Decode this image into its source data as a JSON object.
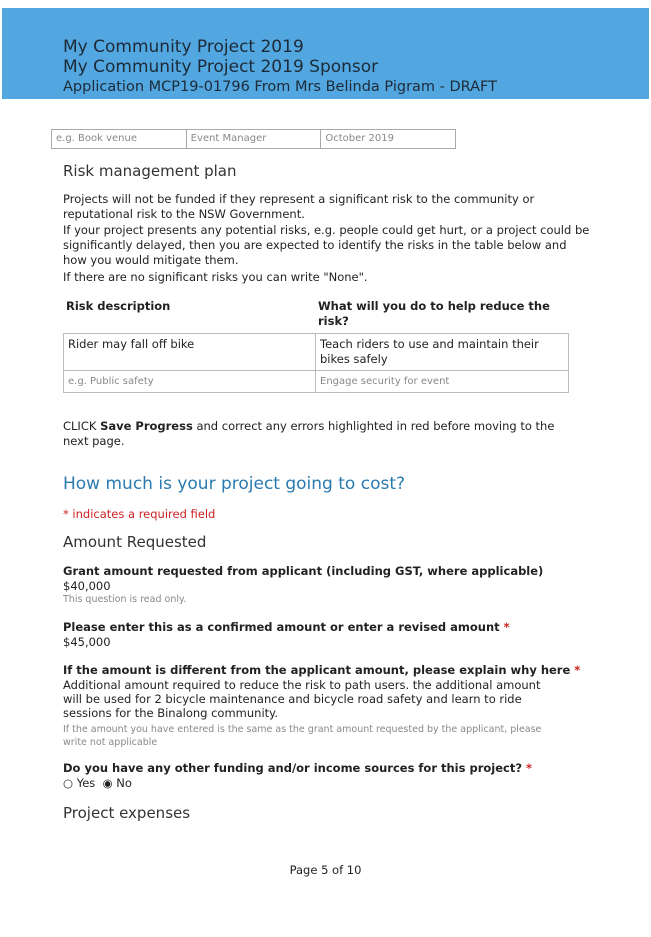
{
  "header": {
    "line1": "My Community Project 2019",
    "line2": "My Community Project 2019 Sponsor",
    "line3": "Application MCP19-01796 From Mrs Belinda Pigram -  DRAFT"
  },
  "top_row": [
    "e.g. Book venue",
    "Event Manager",
    "October 2019"
  ],
  "risk": {
    "title": "Risk management plan",
    "p1": "Projects will not be funded if they represent a significant risk to the community or reputational risk to the NSW Government.",
    "p2": "If your project presents any potential risks, e.g. people could get hurt, or a project could be significantly delayed, then you are expected to identify the risks in the table below and how you would mitigate them.",
    "p3": "If there are no significant risks you can write \"None\".",
    "col1": "Risk description",
    "col2": "What will you do to help reduce the risk?",
    "rows": [
      [
        "Rider may fall off bike",
        "Teach riders to use and maintain their bikes safely"
      ],
      [
        "e.g. Public safety",
        "Engage security for event"
      ]
    ]
  },
  "click": {
    "pre": "CLICK ",
    "bold": "Save Progress",
    "post": " and correct any errors highlighted in red before moving to the next page."
  },
  "cost": {
    "title": "How much is your project going to cost?",
    "required_note": "* indicates a required field",
    "amount_title": "Amount Requested",
    "q1": "Grant amount requested from applicant (including GST, where applicable)",
    "a1": "$40,000",
    "n1": "This question is read only.",
    "q2": "Please enter this as a confirmed amount or enter a revised amount",
    "a2": "$45,000",
    "q3": "If the amount is different from the applicant amount, please explain why here",
    "a3": "Additional amount required to reduce the risk to path users. the additional amount will be used for 2 bicycle maintenance and bicycle road safety and learn to ride sessions for the Binalong community.",
    "n3": "If the amount you have entered is the same as the grant amount requested by the applicant, please write not applicable",
    "q4": "Do you have any other funding and/or income sources for this project?",
    "yes": "Yes",
    "no": "No",
    "selected": "No",
    "star": "*",
    "expenses_title": "Project expenses"
  },
  "footer": "Page 5 of 10"
}
